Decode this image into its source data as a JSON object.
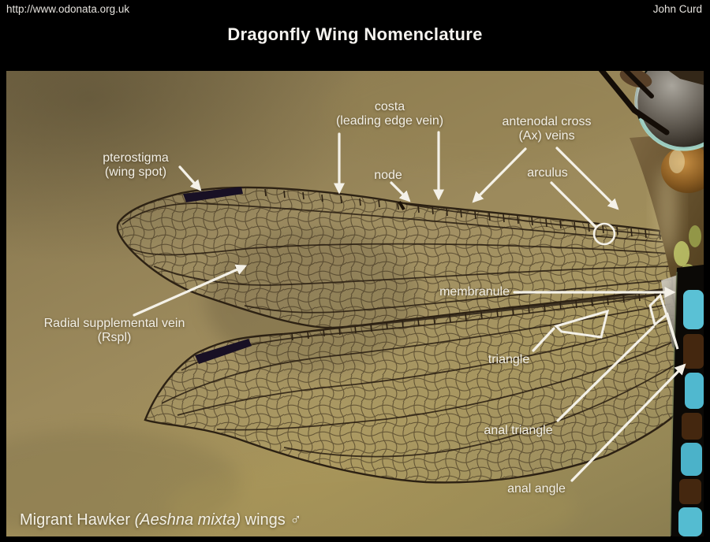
{
  "header": {
    "website_url": "http://www.odonata.org.uk",
    "photographer": "John Curd",
    "title": "Dragonfly Wing Nomenclature"
  },
  "annotations": {
    "pterostigma_line1": "pterostigma",
    "pterostigma_line2": "(wing spot)",
    "costa_line1": "costa",
    "costa_line2": "(leading edge vein)",
    "node": "node",
    "antenodal_line1": "antenodal cross",
    "antenodal_line2": "(Ax) veins",
    "arculus": "arculus",
    "membranule": "membranule",
    "rspl_line1": "Radial supplemental vein",
    "rspl_line2": "(Rspl)",
    "triangle": "triangle",
    "anal_triangle": "anal triangle",
    "anal_angle": "anal angle"
  },
  "caption": {
    "common_name": "Migrant Hawker ",
    "scientific_name": "(Aeshna mixta)",
    "suffix": " wings ",
    "male_symbol": "♂"
  },
  "colors": {
    "annotation_white": "#f4f1e8",
    "photo_khaki": "#9c8a5c",
    "vein_brown": "#372a19",
    "abdomen_cyan": "#5fcbe0"
  }
}
